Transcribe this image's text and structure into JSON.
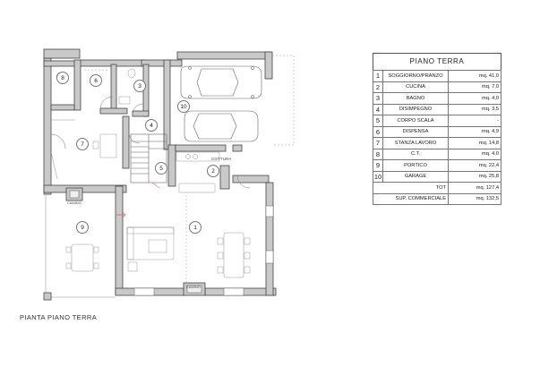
{
  "plan": {
    "caption": "PIANTA PIANO TERRA",
    "room_markers": [
      "1",
      "2",
      "3",
      "4",
      "5",
      "6",
      "7",
      "8",
      "9",
      "10"
    ],
    "labels": {
      "cottura": "COTTURA",
      "camino_1": "CAMINO",
      "camino_2": "CAMINO"
    }
  },
  "table": {
    "title": "PIANO TERRA",
    "rows": [
      {
        "n": "1",
        "name": "SOGGIORNO/PRANZO",
        "value": "mq. 41,0"
      },
      {
        "n": "2",
        "name": "CUCINA",
        "value": "mq. 7,0"
      },
      {
        "n": "3",
        "name": "BAGNO",
        "value": "mq. 4,0"
      },
      {
        "n": "4",
        "name": "DISIMPEGNO",
        "value": "mq. 3,5"
      },
      {
        "n": "5",
        "name": "CORPO SCALA",
        "value": "-"
      },
      {
        "n": "6",
        "name": "DISPENSA",
        "value": "mq. 4,9"
      },
      {
        "n": "7",
        "name": "STANZA LAVORO",
        "value": "mq. 14,8"
      },
      {
        "n": "8",
        "name": "C.T.",
        "value": "mq. 4,0"
      },
      {
        "n": "9",
        "name": "PORTICO",
        "value": "mq. 22,4"
      },
      {
        "n": "10",
        "name": "GARAGE",
        "value": "mq. 25,8"
      }
    ],
    "total_label": "TOT",
    "total_value": "mq. 127,4",
    "commercial_label": "SUP. COMMERCIALE",
    "commercial_value": "mq. 132,5"
  },
  "colors": {
    "wall": "#c9c9c9",
    "line": "#555555",
    "accent": "#cc3333"
  }
}
